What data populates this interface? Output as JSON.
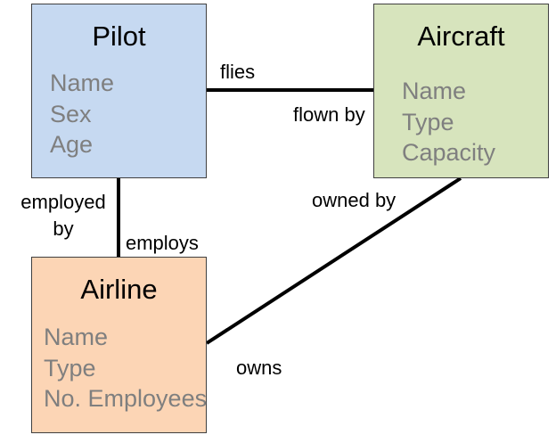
{
  "entities": {
    "pilot": {
      "title": "Pilot",
      "attributes": [
        "Name",
        "Sex",
        "Age"
      ],
      "fill_color": "#c6d9f1"
    },
    "aircraft": {
      "title": "Aircraft",
      "attributes": [
        "Name",
        "Type",
        "Capacity"
      ],
      "fill_color": "#d7e4bd"
    },
    "airline": {
      "title": "Airline",
      "attributes": [
        "Name",
        "Type",
        "No. Employees"
      ],
      "fill_color": "#fcd5b5"
    }
  },
  "relationships": {
    "pilot_aircraft": {
      "from_label": "flies",
      "to_label": "flown by"
    },
    "pilot_airline": {
      "from_label_line1": "employed",
      "from_label_line2": "by",
      "to_label": "employs"
    },
    "airline_aircraft": {
      "from_label": "owns",
      "to_label": "owned by"
    }
  },
  "colors": {
    "border": "#404040",
    "attribute_text": "#7f7f7f",
    "connector": "#000000"
  }
}
